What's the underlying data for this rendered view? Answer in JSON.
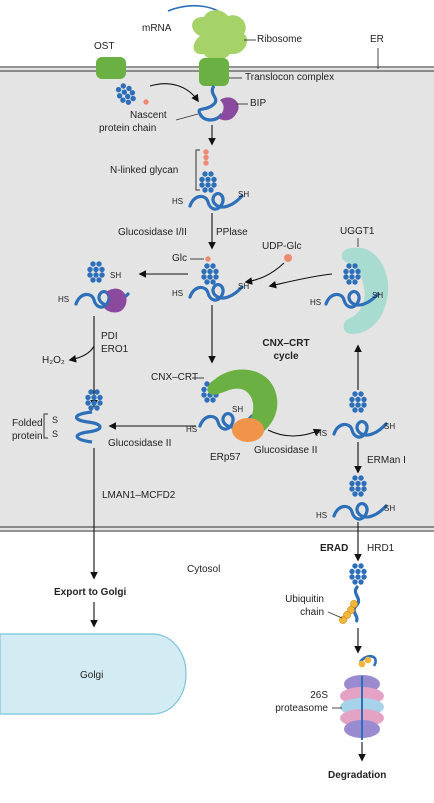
{
  "labels": {
    "mrna": "mRNA",
    "ribosome": "Ribosome",
    "ost": "OST",
    "er": "ER",
    "translocon": "Translocon complex",
    "bip": "BIP",
    "nascent_1": "Nascent",
    "nascent_2": "protein chain",
    "nlinked": "N-linked glycan",
    "gluc12": "Glucosidase I/II",
    "pplase": "PPlase",
    "glc": "Glc",
    "udp_glc": "UDP-Glc",
    "uggt1": "UGGT1",
    "pdi": "PDI",
    "ero1": "ERO1",
    "h2o2": "H₂O₂",
    "cycle_1": "CNX–CRT",
    "cycle_2": "cycle",
    "cnx_crt": "CNX–CRT",
    "erp57": "ERp57",
    "gluc2_left": "Glucosidase II",
    "gluc2_right": "Glucosidase II",
    "folded_1": "Folded",
    "folded_2": "protein",
    "erman": "ERMan I",
    "lman": "LMAN1–MCFD2",
    "erad": "ERAD",
    "hrd1": "HRD1",
    "cytosol": "Cytosol",
    "export": "Export to Golgi",
    "golgi": "Golgi",
    "ubiq_1": "Ubiquitin",
    "ubiq_2": "chain",
    "prot26_1": "26S",
    "prot26_2": "proteasome",
    "degradation": "Degradation",
    "hs": "HS",
    "sh": "SH",
    "s": "S"
  },
  "colors": {
    "er_lumen": "#e4e4e4",
    "membrane": "#555555",
    "ribosome": "#a6d26a",
    "translocon": "#6bb043",
    "protein_chain": "#2d6fb8",
    "glycan": "#2d6fb8",
    "glucose": "#ee8a72",
    "bip": "#8a4a9e",
    "calnexin": "#6bb043",
    "erp57": "#f0944a",
    "uggt1": "#a9dcd0",
    "golgi": "#d3ecf4",
    "ubiquitin": "#f4b63a",
    "proteasome_pink": "#e4a2c4",
    "proteasome_violet": "#9a8ad0",
    "proteasome_blue": "#a6d2ea"
  }
}
